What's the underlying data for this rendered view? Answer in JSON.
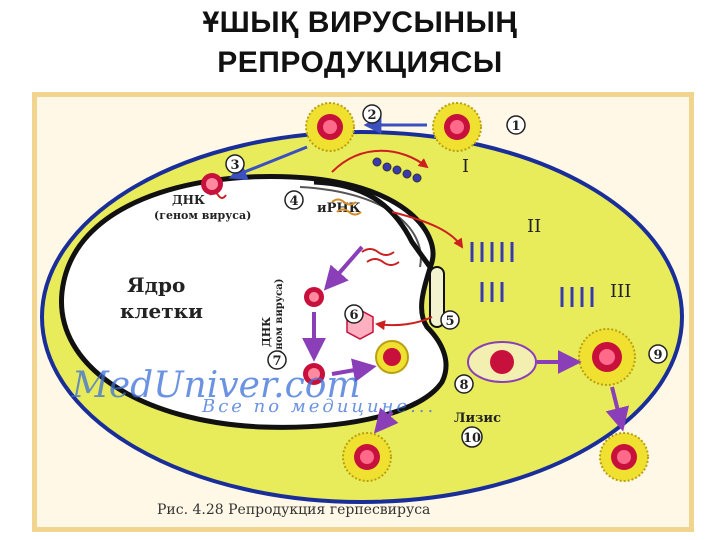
{
  "slide": {
    "title_line1": "ҰШЫҚ ВИРУСЫНЫҢ",
    "title_line2": "РЕПРОДУКЦИЯСЫ"
  },
  "figure": {
    "nucleus_label_1": "Ядро",
    "nucleus_label_2": "клетки",
    "dna_label": "ДНК",
    "dna_genome_label": "(геном вируса)",
    "mrna_label": "иРНК",
    "vertical_dna_label": "ДНК",
    "vertical_genome_label": "(геном вируса)",
    "lysis_label": "Лизис",
    "stage_I": "I",
    "stage_II": "II",
    "stage_III": "III",
    "steps": [
      "1",
      "2",
      "3",
      "4",
      "5",
      "6",
      "7",
      "8",
      "9",
      "10"
    ],
    "watermark_main": "MedUniver.com",
    "watermark_sub": "Все по медицине...",
    "caption": "Рис. 4.28 Репродукция герпесвируса"
  },
  "colors": {
    "cell_fill": "#e9ec5a",
    "cell_border": "#1a2e9a",
    "frame": "#f7dfa0",
    "virus_envelope": "#f0e030",
    "virus_capsid": "#c8103c",
    "arrow_purple": "#8a3fb8",
    "arrow_red": "#cc2020"
  }
}
